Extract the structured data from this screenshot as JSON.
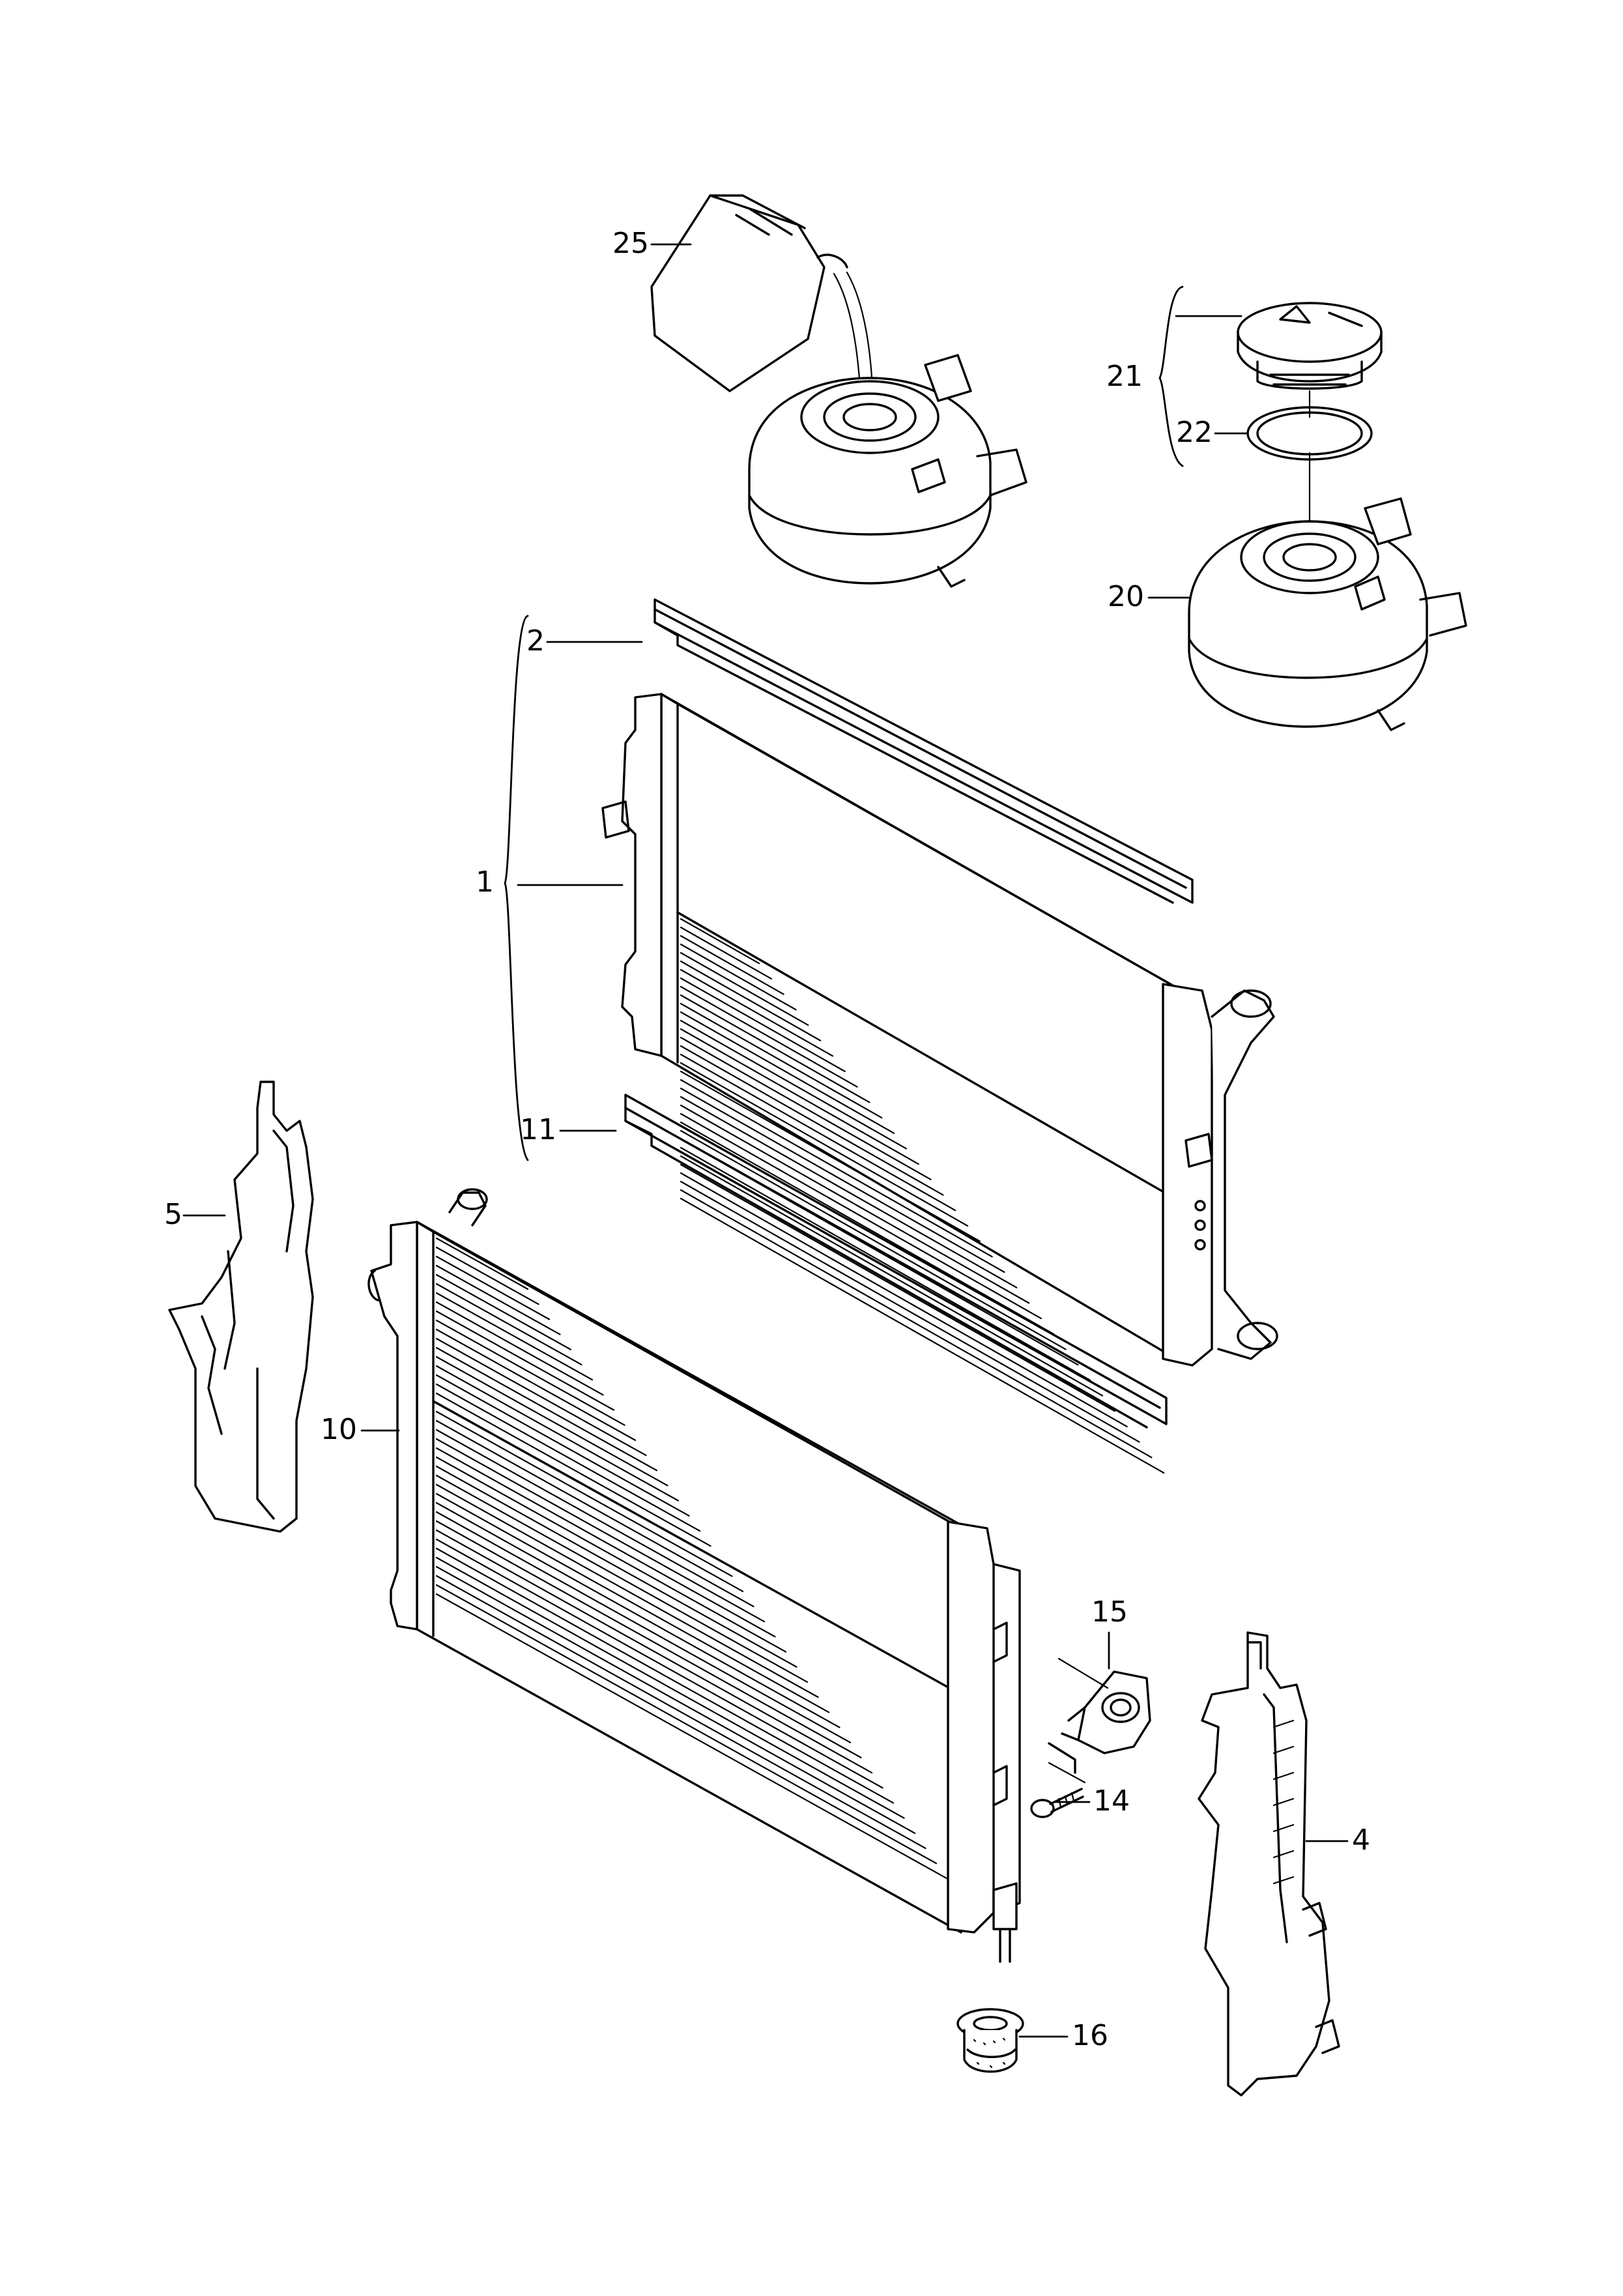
{
  "callouts": {
    "c1": "1",
    "c2": "2",
    "c4": "4",
    "c5": "5",
    "c10": "10",
    "c11": "11",
    "c14": "14",
    "c15": "15",
    "c16": "16",
    "c20": "20",
    "c21": "21",
    "c22": "22",
    "c25": "25"
  }
}
